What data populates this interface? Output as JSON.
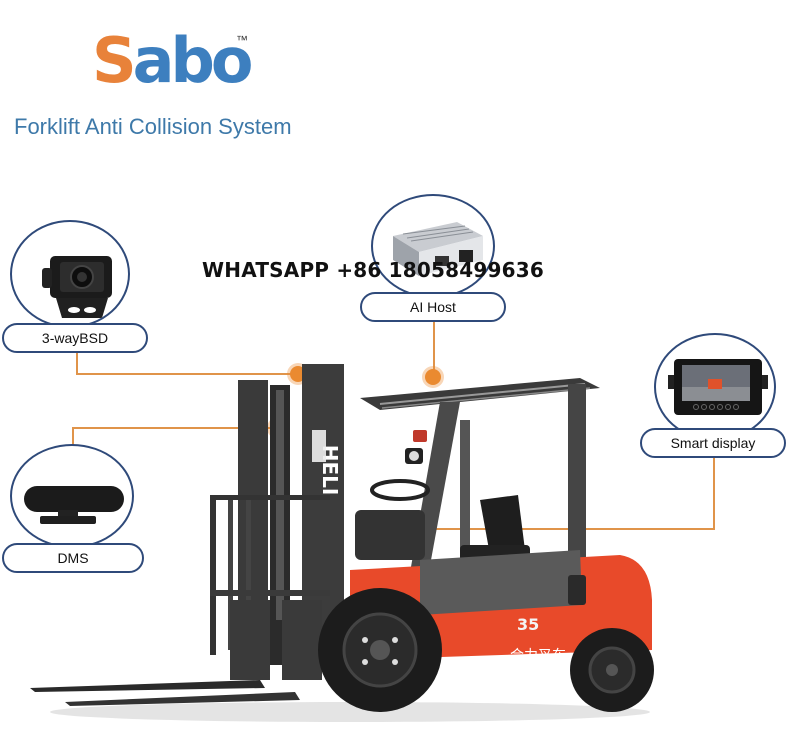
{
  "logo": {
    "brand_first": "S",
    "brand_rest": "abo",
    "trademark": "™",
    "tagline": "Forklift Anti Collision System",
    "colors": {
      "orange": "#e8823a",
      "blue": "#3d7fbf"
    }
  },
  "contact": {
    "whatsapp": "WHATSAPP +86 18058499636"
  },
  "components": [
    {
      "id": "bsd",
      "label": "3-wayBSD",
      "icon": "camera-icon"
    },
    {
      "id": "ai_host",
      "label": "AI Host",
      "icon": "ai-host-box-icon"
    },
    {
      "id": "smart_display",
      "label": "Smart display",
      "icon": "monitor-icon"
    },
    {
      "id": "dms",
      "label": "DMS",
      "icon": "dms-camera-icon"
    }
  ],
  "forklift": {
    "brand_mark": "HELI",
    "model_number": "35",
    "chinese_brand": "合力叉车"
  },
  "colors": {
    "connector": "#e0944a",
    "outline": "#2f4a7a",
    "forklift_body": "#e84a2a"
  }
}
